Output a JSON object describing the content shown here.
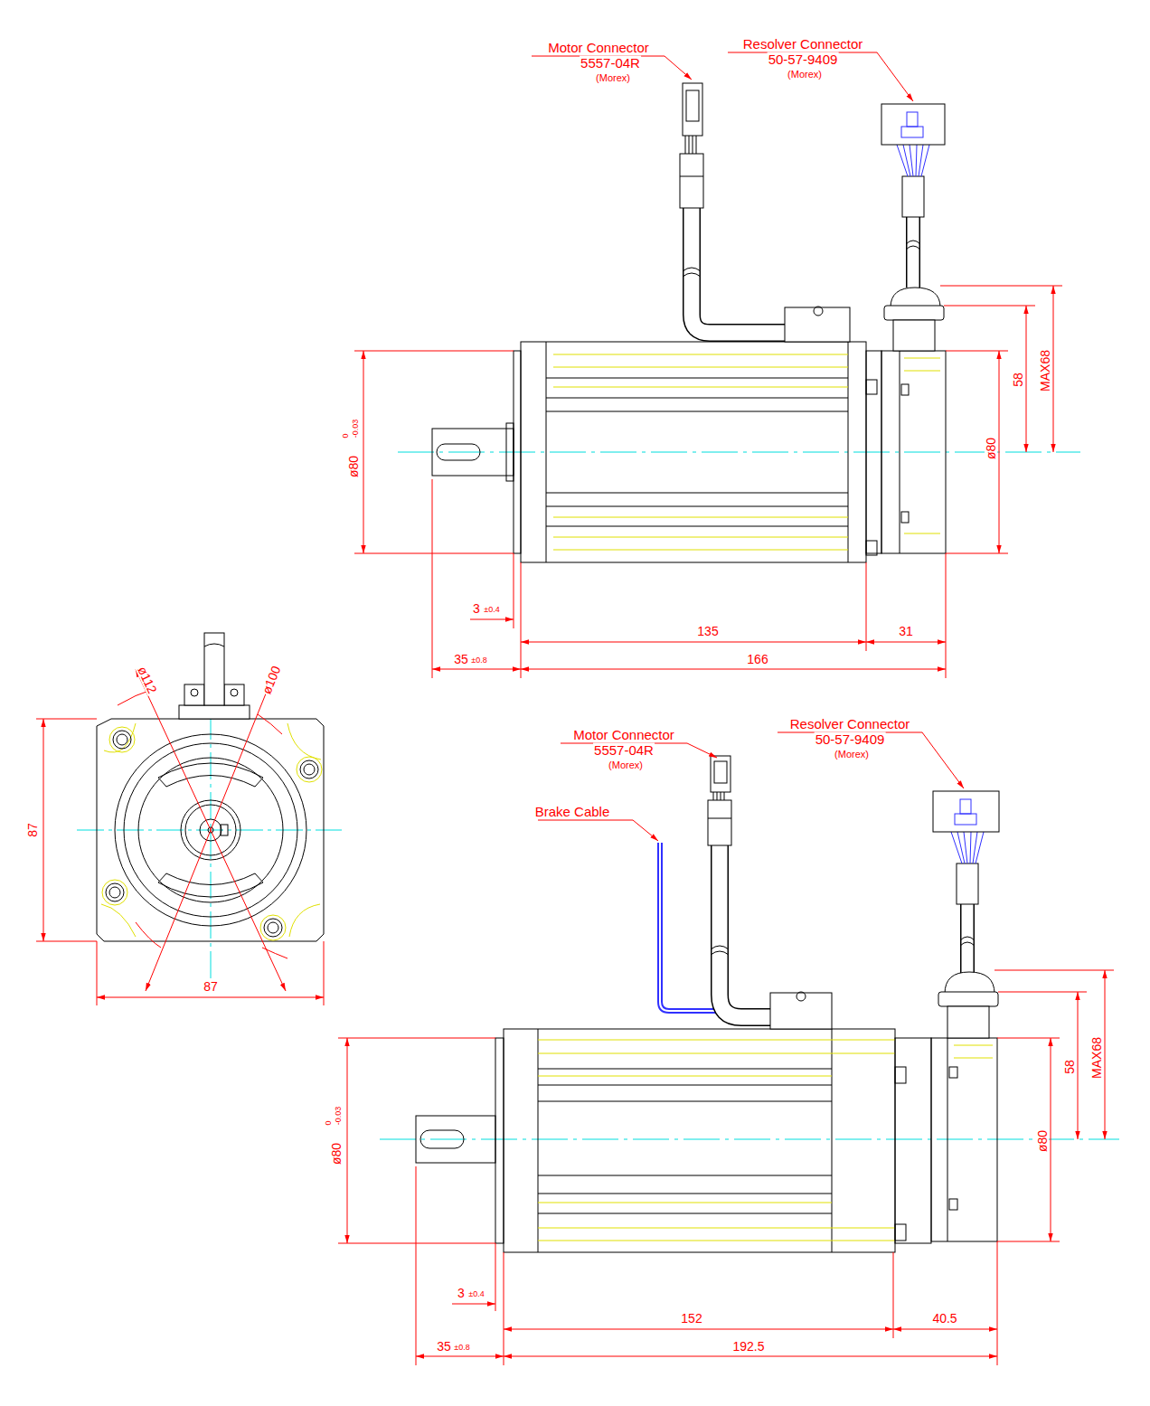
{
  "diagram": {
    "labels": [
      "Motor Connector",
      "5557-04R",
      "(Morex)",
      "Resolver Connector",
      "50-57-9409",
      "(Morex)",
      "ø80",
      "0",
      "-0.03",
      "58",
      "MAX68",
      "ø80",
      "3",
      "±0.4",
      "135",
      "31",
      "35",
      "±0.8",
      "166",
      "ø112",
      "ø100",
      "87",
      "87",
      "Motor Connector",
      "5557-04R",
      "(Morex)",
      "Brake Cable",
      "Resolver Connector",
      "50-57-9409",
      "(Morex)",
      "ø80",
      "0",
      "-0.03",
      "58",
      "MAX68",
      "ø80",
      "3",
      "±0.4",
      "152",
      "40.5",
      "35",
      "±0.8",
      "192.5"
    ]
  }
}
